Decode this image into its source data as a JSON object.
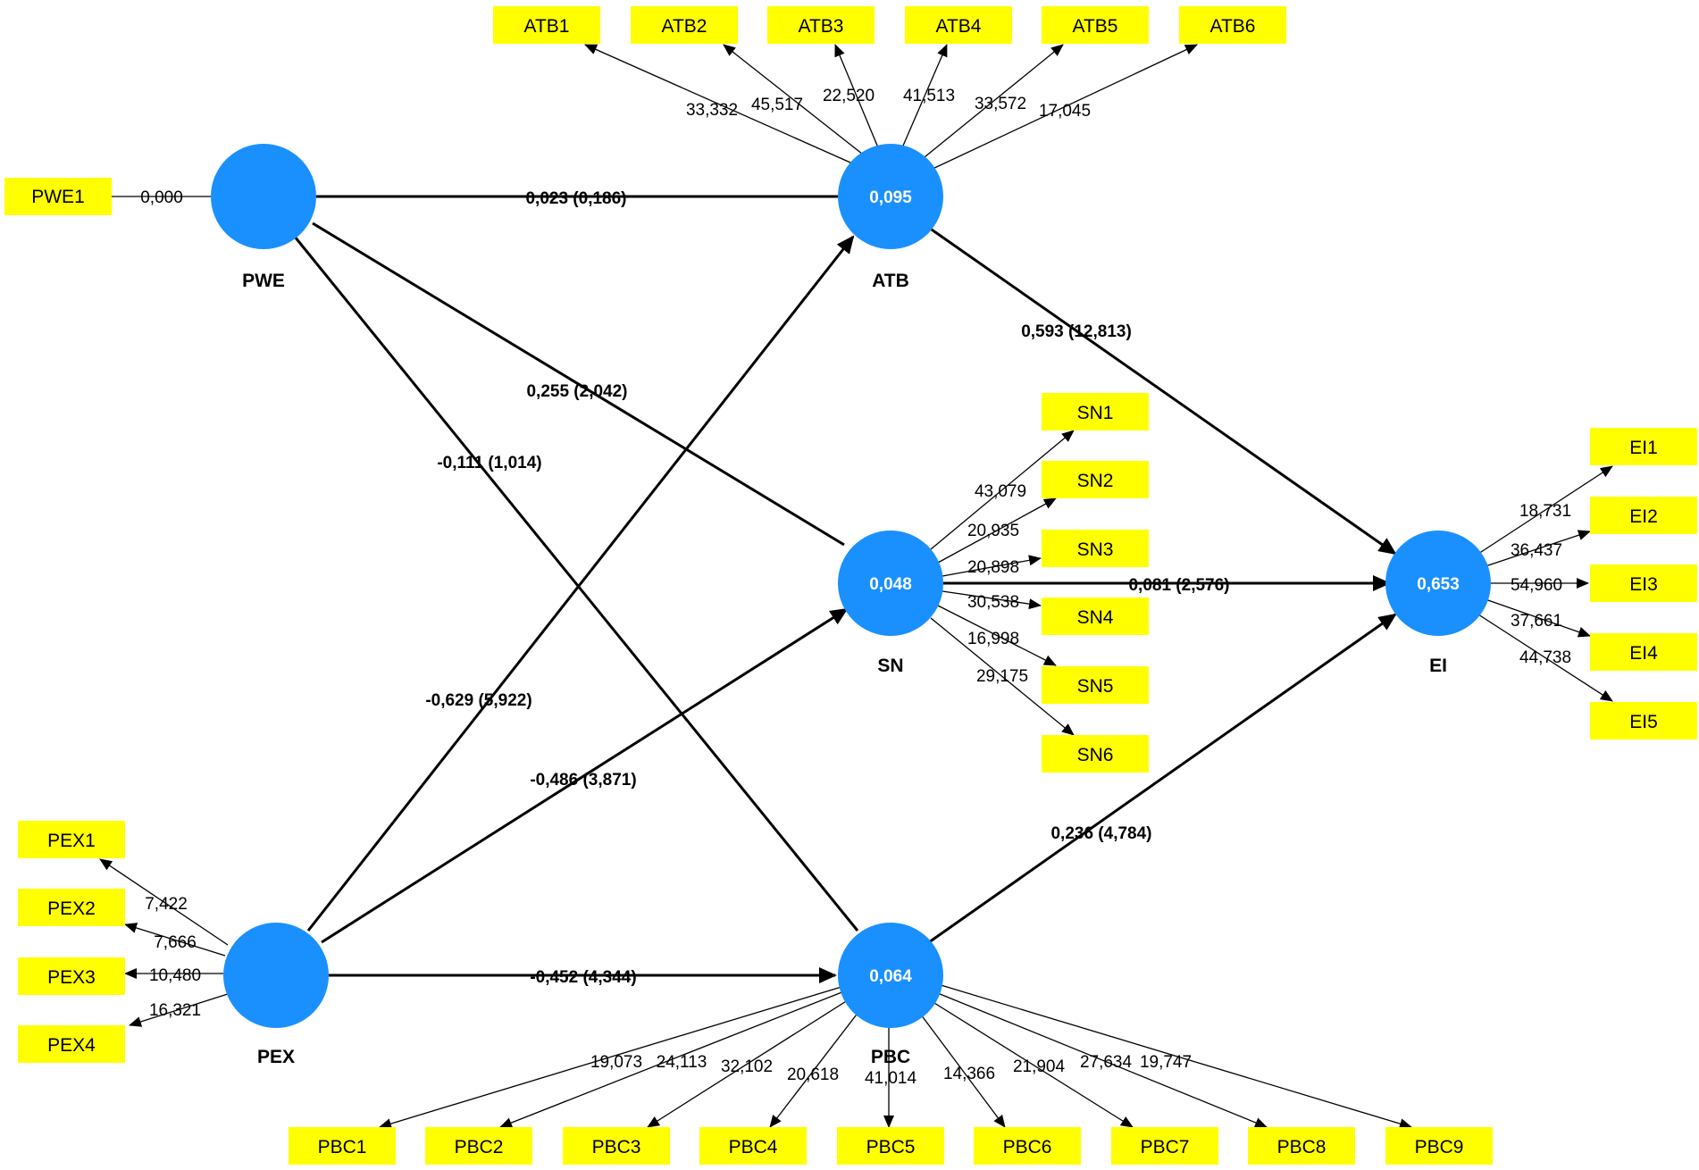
{
  "latents": {
    "PWE": {
      "label": "PWE",
      "r2": ""
    },
    "ATB": {
      "label": "ATB",
      "r2": "0,095"
    },
    "SN": {
      "label": "SN",
      "r2": "0,048"
    },
    "PBC": {
      "label": "PBC",
      "r2": "0,064"
    },
    "EI": {
      "label": "EI",
      "r2": "0,653"
    },
    "PEX": {
      "label": "PEX",
      "r2": ""
    }
  },
  "indicators": {
    "PWE1": "PWE1",
    "ATB1": "ATB1",
    "ATB2": "ATB2",
    "ATB3": "ATB3",
    "ATB4": "ATB4",
    "ATB5": "ATB5",
    "ATB6": "ATB6",
    "SN1": "SN1",
    "SN2": "SN2",
    "SN3": "SN3",
    "SN4": "SN4",
    "SN5": "SN5",
    "SN6": "SN6",
    "EI1": "EI1",
    "EI2": "EI2",
    "EI3": "EI3",
    "EI4": "EI4",
    "EI5": "EI5",
    "PEX1": "PEX1",
    "PEX2": "PEX2",
    "PEX3": "PEX3",
    "PEX4": "PEX4",
    "PBC1": "PBC1",
    "PBC2": "PBC2",
    "PBC3": "PBC3",
    "PBC4": "PBC4",
    "PBC5": "PBC5",
    "PBC6": "PBC6",
    "PBC7": "PBC7",
    "PBC8": "PBC8",
    "PBC9": "PBC9"
  },
  "loadings": {
    "PWE1": "0,000",
    "ATB1": "33,332",
    "ATB2": "45,517",
    "ATB3": "22,520",
    "ATB4": "41,513",
    "ATB5": "33,572",
    "ATB6": "17,045",
    "SN1": "43,079",
    "SN2": "20,935",
    "SN3": "20,898",
    "SN4": "30,538",
    "SN5": "16,998",
    "SN6": "29,175",
    "EI1": "18,731",
    "EI2": "36,437",
    "EI3": "54,960",
    "EI4": "37,661",
    "EI5": "44,738",
    "PEX1": "7,422",
    "PEX2": "7,666",
    "PEX3": "10,480",
    "PEX4": "16,321",
    "PBC1": "19,073",
    "PBC2": "24,113",
    "PBC3": "32,102",
    "PBC4": "20,618",
    "PBC5": "41,014",
    "PBC6": "14,366",
    "PBC7": "21,904",
    "PBC8": "27,634",
    "PBC9": "19,747"
  },
  "paths": {
    "PWE_ATB": "0,023 (0,186)",
    "ATB_EI": "0,593 (12,813)",
    "PWE_SN": "0,255 (2,042)",
    "PWE_PBC": "-0,111 (1,014)",
    "SN_EI": "0,081 (2,576)",
    "PEX_ATB": "-0,629 (5,922)",
    "PEX_SN": "-0,486 (3,871)",
    "PBC_EI": "0,236 (4,784)",
    "PEX_PBC": "-0,452 (4,344)"
  }
}
